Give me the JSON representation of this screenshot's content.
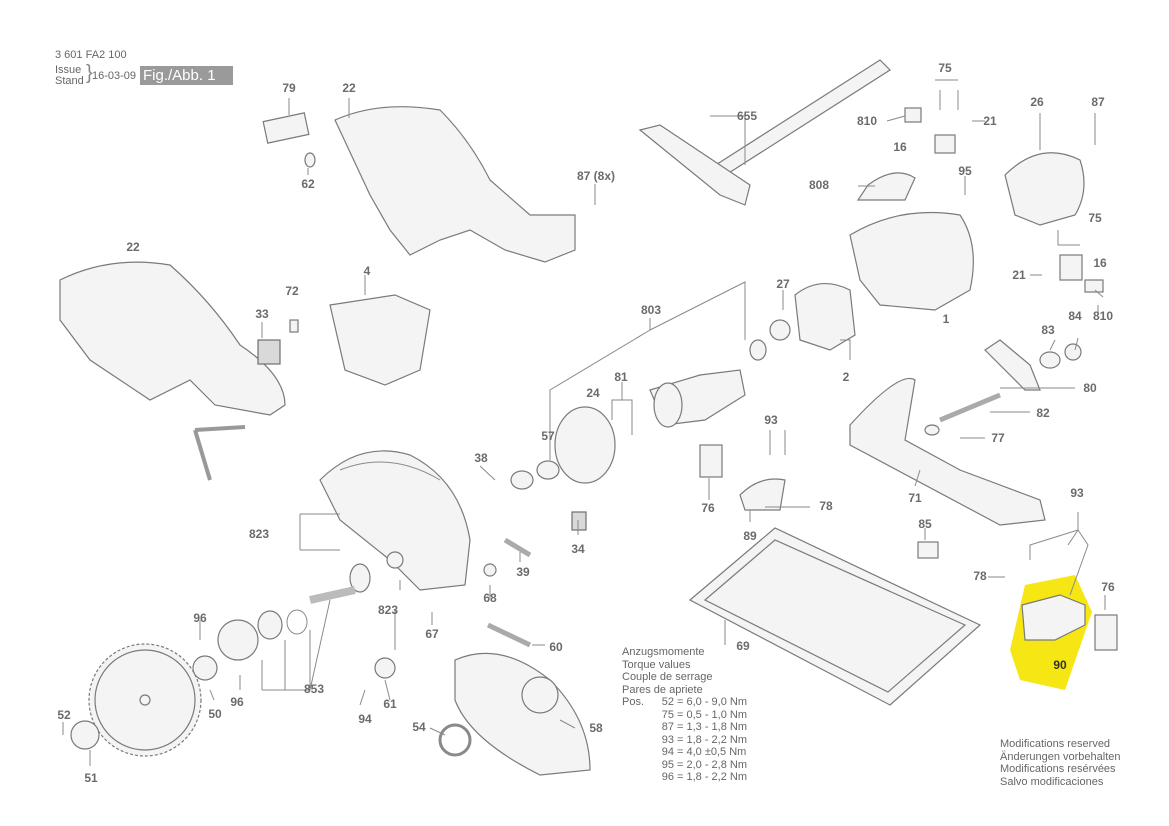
{
  "header": {
    "doc_number": "3 601 FA2 100",
    "issue_label": "Issue",
    "stand_label": "Stand",
    "date": "16-03-09",
    "figure_label": "Fig./Abb. 1"
  },
  "part_labels": [
    "79",
    "22",
    "62",
    "87 (8x)",
    "655",
    "75",
    "810",
    "21",
    "26",
    "87",
    "16",
    "808",
    "95",
    "75",
    "21",
    "16",
    "810",
    "22",
    "4",
    "72",
    "33",
    "803",
    "27",
    "1",
    "2",
    "83",
    "84",
    "80",
    "82",
    "77",
    "24",
    "81",
    "57",
    "93",
    "38",
    "76",
    "78",
    "89",
    "71",
    "93",
    "823",
    "39",
    "34",
    "68",
    "85",
    "78",
    "76",
    "90",
    "96",
    "50",
    "853",
    "823",
    "67",
    "60",
    "69",
    "96",
    "52",
    "94",
    "61",
    "54",
    "58",
    "51"
  ],
  "highlight": {
    "part": "90",
    "color": "#f5e614"
  },
  "torque": {
    "title_lines": [
      "Anzugsmomente",
      "Torque values",
      "Couple de serrage",
      "Pares de apriete"
    ],
    "pos_label": "Pos.",
    "rows": [
      {
        "pos": "52",
        "value": "= 6,0 - 9,0 Nm"
      },
      {
        "pos": "75",
        "value": "= 0,5 - 1,0 Nm"
      },
      {
        "pos": "87",
        "value": "= 1,3 - 1,8 Nm"
      },
      {
        "pos": "93",
        "value": "= 1,8 - 2,2 Nm"
      },
      {
        "pos": "94",
        "value": "= 4,0 ±0,5 Nm"
      },
      {
        "pos": "95",
        "value": "= 2,0 - 2,8 Nm"
      },
      {
        "pos": "96",
        "value": "= 1,8 - 2,2 Nm"
      }
    ]
  },
  "notice": [
    "Modifications reserved",
    "Änderungen vorbehalten",
    "Modifications resérvées",
    "Salvo modificaciones"
  ]
}
